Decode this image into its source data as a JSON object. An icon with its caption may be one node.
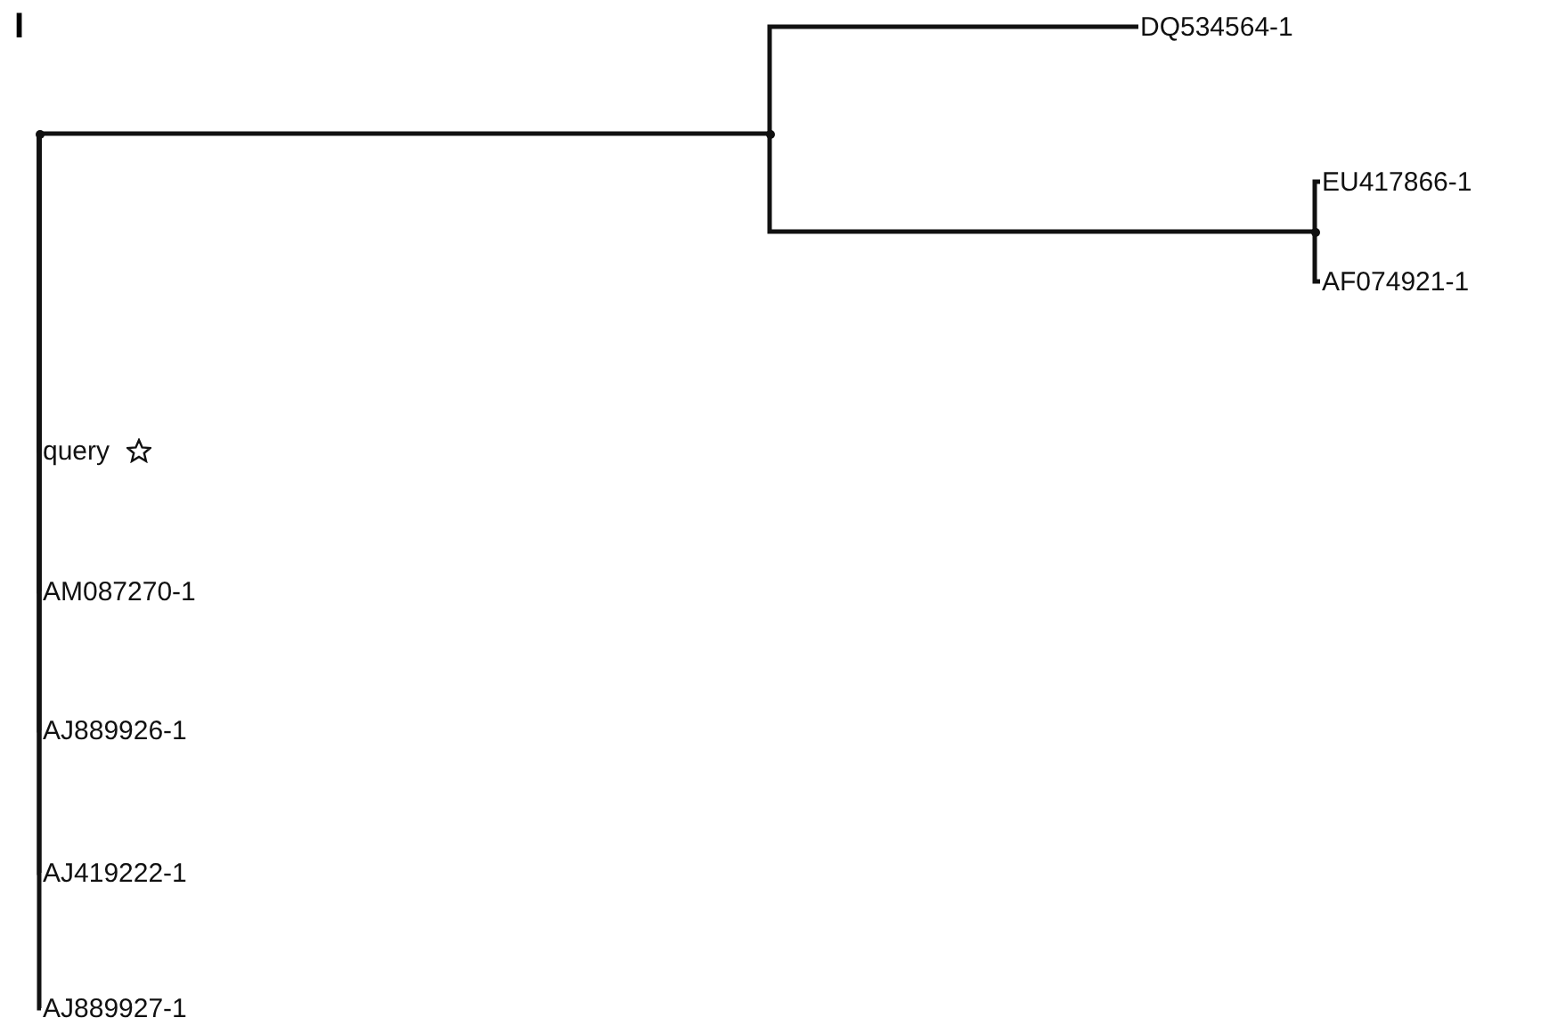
{
  "diagram": {
    "nodes": [
      {
        "text": [],
        "shape": "point"
      },
      {
        "text": [],
        "shape": "point"
      },
      {
        "text": [
          "DQ534564-1"
        ]
      },
      {
        "text": [],
        "shape": "point"
      },
      {
        "text": [
          "EU417866-1"
        ]
      },
      {
        "text": [
          "AF074921-1"
        ]
      },
      {
        "text": [
          "query"
        ]
      },
      {
        "text": [
          "AM087270-1"
        ]
      },
      {
        "text": [
          "AJ889926-1"
        ]
      },
      {
        "text": [
          "AJ419222-1"
        ]
      },
      {
        "text": [
          "AJ889927-1"
        ]
      }
    ],
    "edges": [
      {
        "from": 0,
        "to": 1,
        "arrow": "none"
      },
      {
        "from": 1,
        "to": 2,
        "arrow": "none"
      },
      {
        "from": 1,
        "to": 3,
        "arrow": "none"
      },
      {
        "from": 3,
        "to": 4,
        "arrow": "none"
      },
      {
        "from": 3,
        "to": 5,
        "arrow": "none"
      },
      {
        "from": 0,
        "to": 6,
        "arrow": "none"
      },
      {
        "from": 0,
        "to": 7,
        "arrow": "none"
      },
      {
        "from": 0,
        "to": 8,
        "arrow": "none"
      },
      {
        "from": 0,
        "to": 9,
        "arrow": "none"
      },
      {
        "from": 0,
        "to": 10,
        "arrow": "none"
      }
    ],
    "labels": [
      "I"
    ]
  }
}
